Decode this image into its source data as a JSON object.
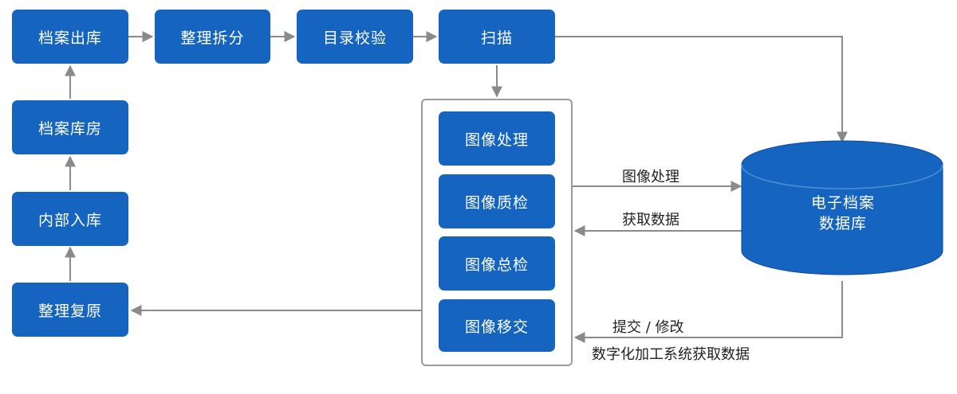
{
  "nodes": {
    "archive_checkout": "档案出库",
    "sort_split": "整理拆分",
    "catalog_check": "目录校验",
    "scan": "扫描",
    "archive_storeroom": "档案库房",
    "internal_storage": "内部入库",
    "sort_restore": "整理复原",
    "image_processing": "图像处理",
    "image_qc": "图像质检",
    "image_final_check": "图像总检",
    "image_transfer": "图像移交"
  },
  "database": {
    "line1": "电子档案",
    "line2": "数据库"
  },
  "edges": {
    "to_db": "图像处理",
    "from_db": "获取数据",
    "submit_edit": "提交 / 修改",
    "system_fetch": "数字化加工系统获取数据"
  },
  "colors": {
    "node_fill": "#1565c0",
    "db_fill": "#1565c0",
    "connector": "#8a8a8a",
    "frame_border": "#9a9a9a"
  }
}
